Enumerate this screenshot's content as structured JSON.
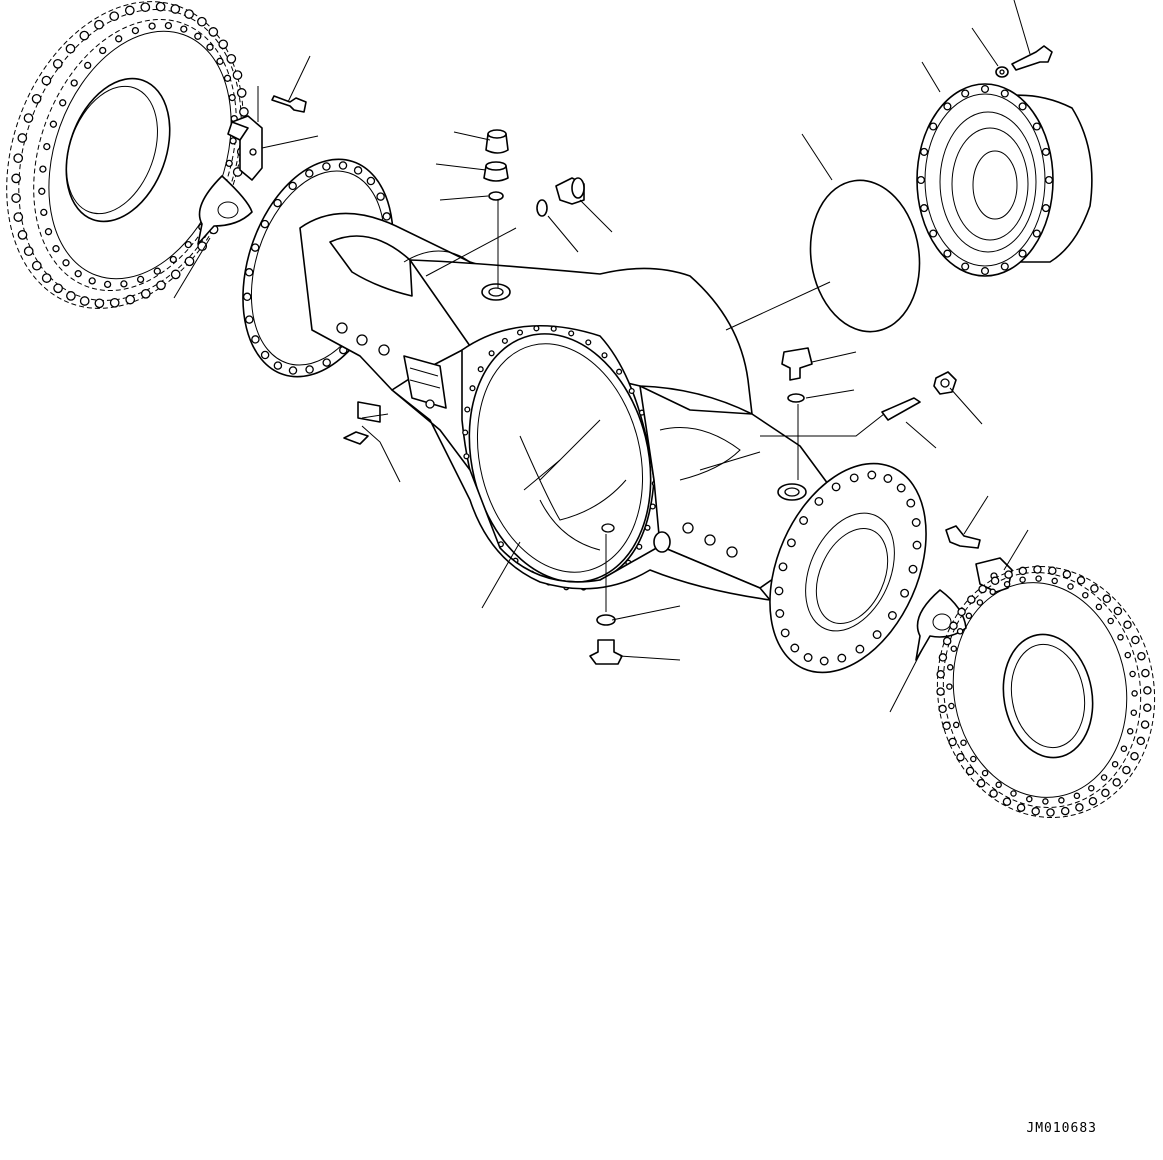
{
  "drawing": {
    "code": "JM010683",
    "type": "exploded-parts-diagram",
    "subject": "axle-housing"
  }
}
